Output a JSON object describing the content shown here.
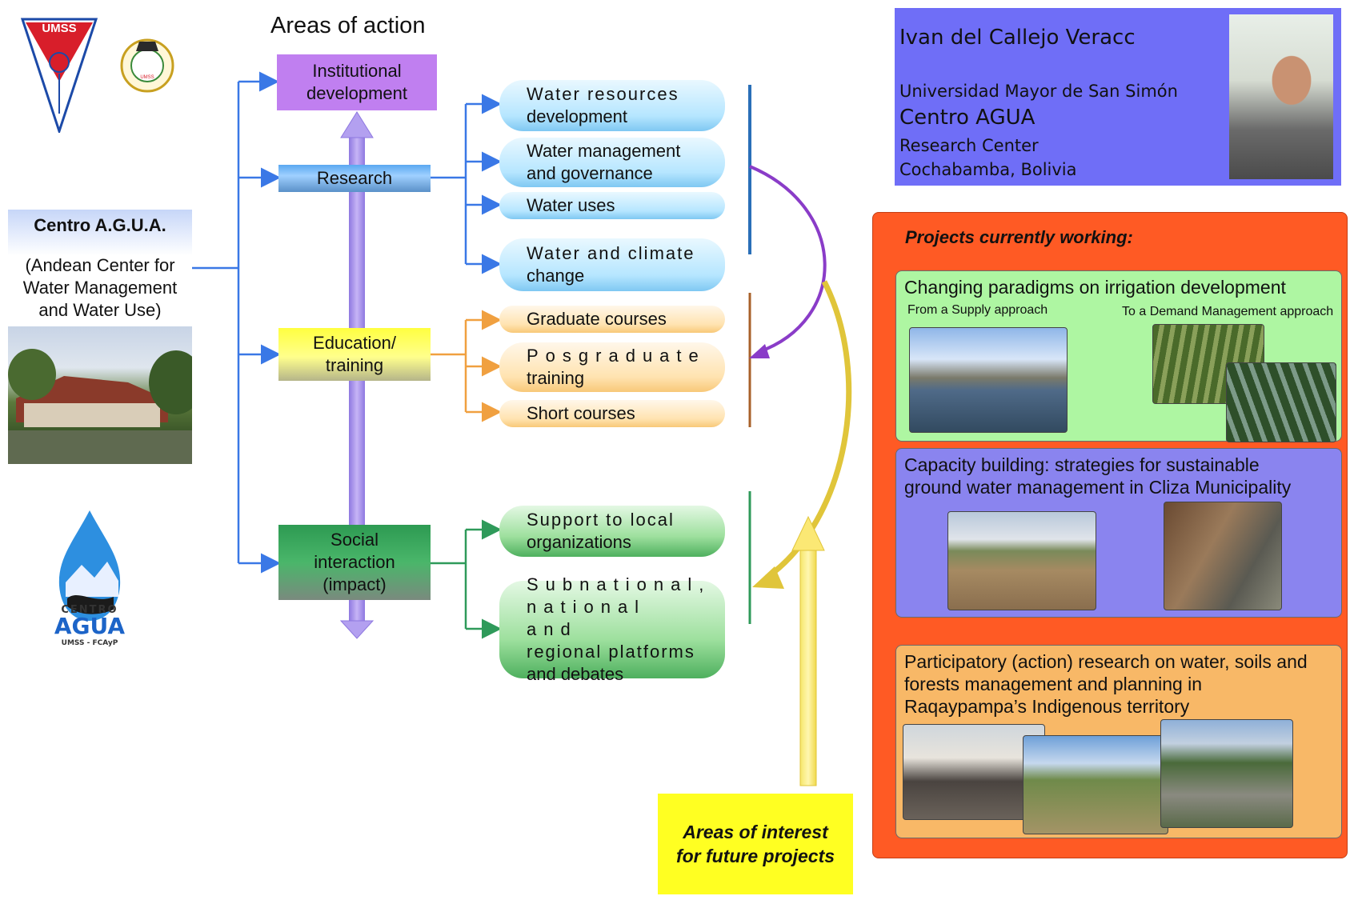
{
  "heading": "Areas of action",
  "logos": {
    "umss_text": "UMSS",
    "seal_text": "UMSS",
    "agua_top": "CENTRO",
    "agua_main": "AGUA",
    "agua_sub": "UMSS - FCAyP"
  },
  "center": {
    "title": "Centro A.G.U.A.",
    "subtitle_lines": [
      "(Andean Center for",
      "Water Management",
      "and Water Use)"
    ]
  },
  "areas": {
    "institutional": [
      "Institutional",
      "development"
    ],
    "research": "Research",
    "education": [
      "Education/",
      "training"
    ],
    "social": [
      "Social",
      "interaction",
      "(impact)"
    ]
  },
  "research_items": [
    [
      "Water resources",
      "development"
    ],
    [
      "Water management",
      "and governance"
    ],
    [
      "Water uses"
    ],
    [
      "Water and climate",
      "change"
    ]
  ],
  "education_items": [
    [
      "Graduate courses"
    ],
    [
      "Posgraduate",
      "training"
    ],
    [
      "Short courses"
    ]
  ],
  "social_items": [
    [
      "Support to local",
      "organizations"
    ],
    [
      "Subnational,",
      "national and",
      "regional platforms",
      "and debates"
    ]
  ],
  "profile": {
    "name": "Ivan del Callejo Veracc",
    "university": "Universidad Mayor de San Simón",
    "center": "Centro AGUA",
    "type": "Research Center",
    "location": "Cochabamba, Bolivia"
  },
  "projects": {
    "heading": "Projects currently working:",
    "items": [
      {
        "title": "Changing paradigms on irrigation development",
        "from_label": "From a Supply  approach",
        "to_label": "To a Demand Management approach"
      },
      {
        "title_lines": [
          "Capacity building: strategies for sustainable",
          "ground water management in Cliza Municipality"
        ]
      },
      {
        "title_lines": [
          "Participatory (action) research on water, soils and",
          "forests management and planning in",
          "Raqaypampa’s Indigenous territory"
        ]
      }
    ]
  },
  "future": [
    "Areas of interest",
    "for future projects"
  ],
  "colors": {
    "connector_blue": "#3a78e6",
    "connector_orange": "#f0a040",
    "connector_green": "#2f9a5a",
    "curve_purple": "#8a3cc8",
    "curve_yellow": "#e0c53a",
    "projects_bg": "#ff5a24",
    "profile_bg": "#6f6ef7"
  }
}
